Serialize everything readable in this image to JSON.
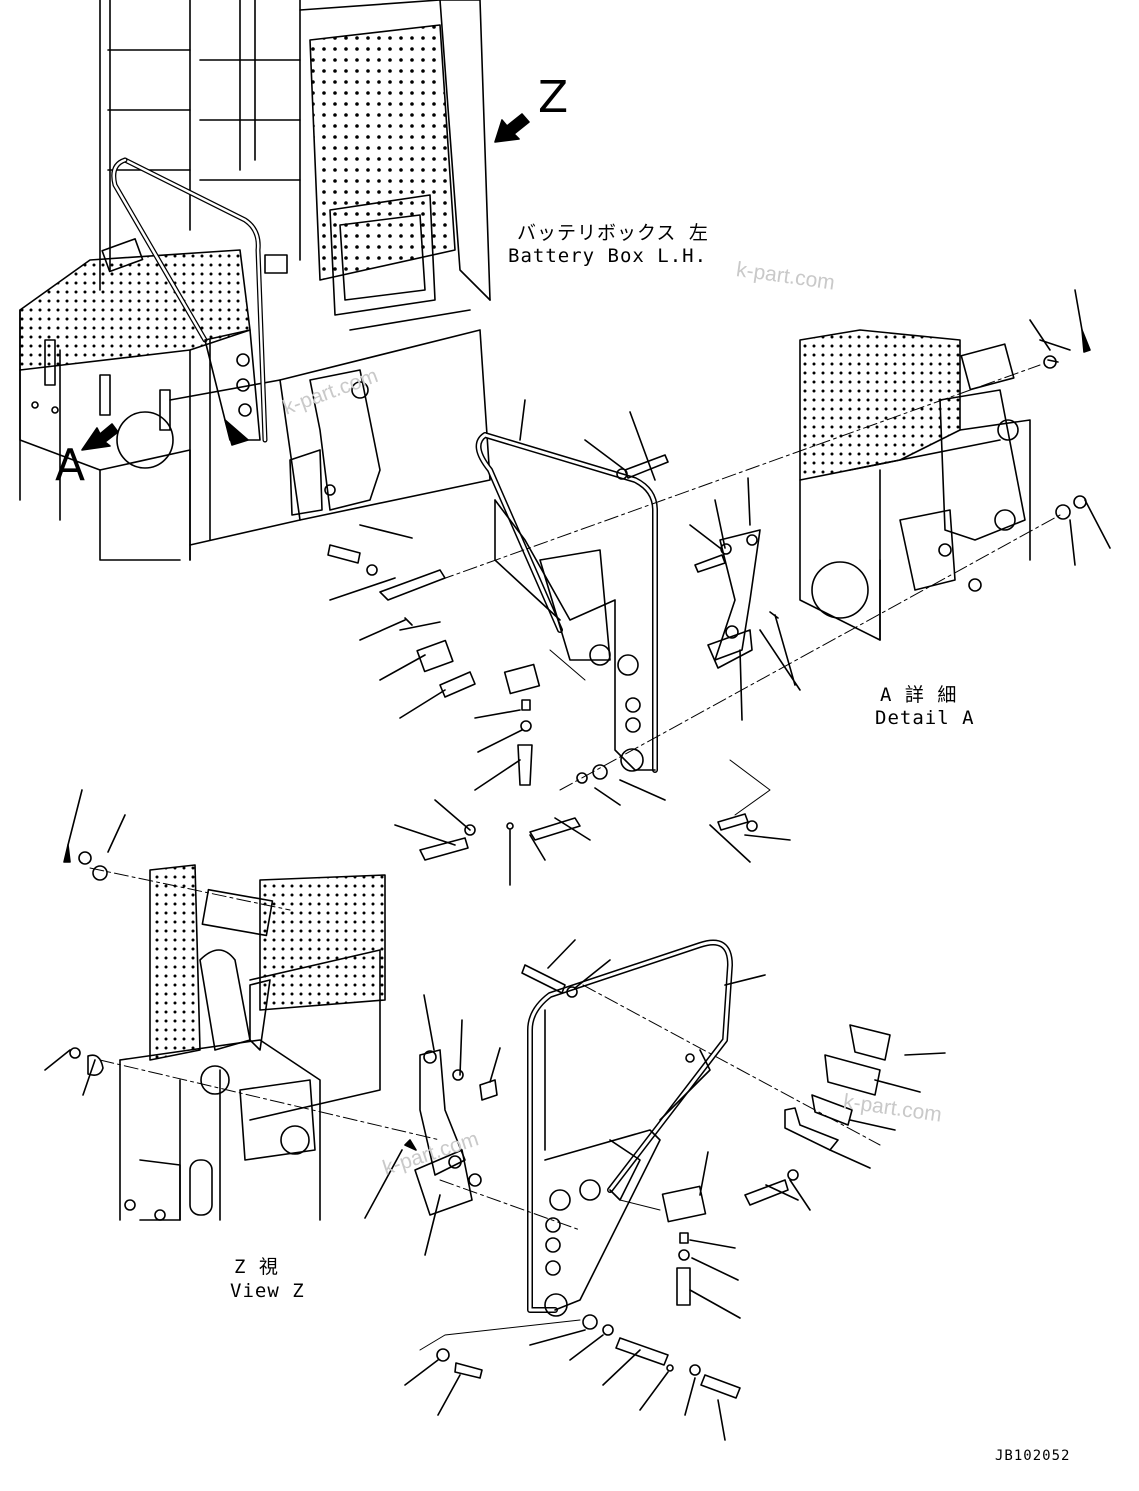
{
  "labels": {
    "marker_a": "A",
    "marker_z": "Z",
    "battery_box_jp": "バッテリボックス 左",
    "battery_box_en": "Battery Box L.H.",
    "detail_a_jp": "A 詳 細",
    "detail_a_en": "Detail A",
    "view_z_jp": "Z 視",
    "view_z_en": "View Z"
  },
  "drawing_code": "JB102052",
  "watermark": "k-part.com",
  "colors": {
    "line": "#000000",
    "watermark": "#c9c9c9",
    "background": "#ffffff"
  }
}
